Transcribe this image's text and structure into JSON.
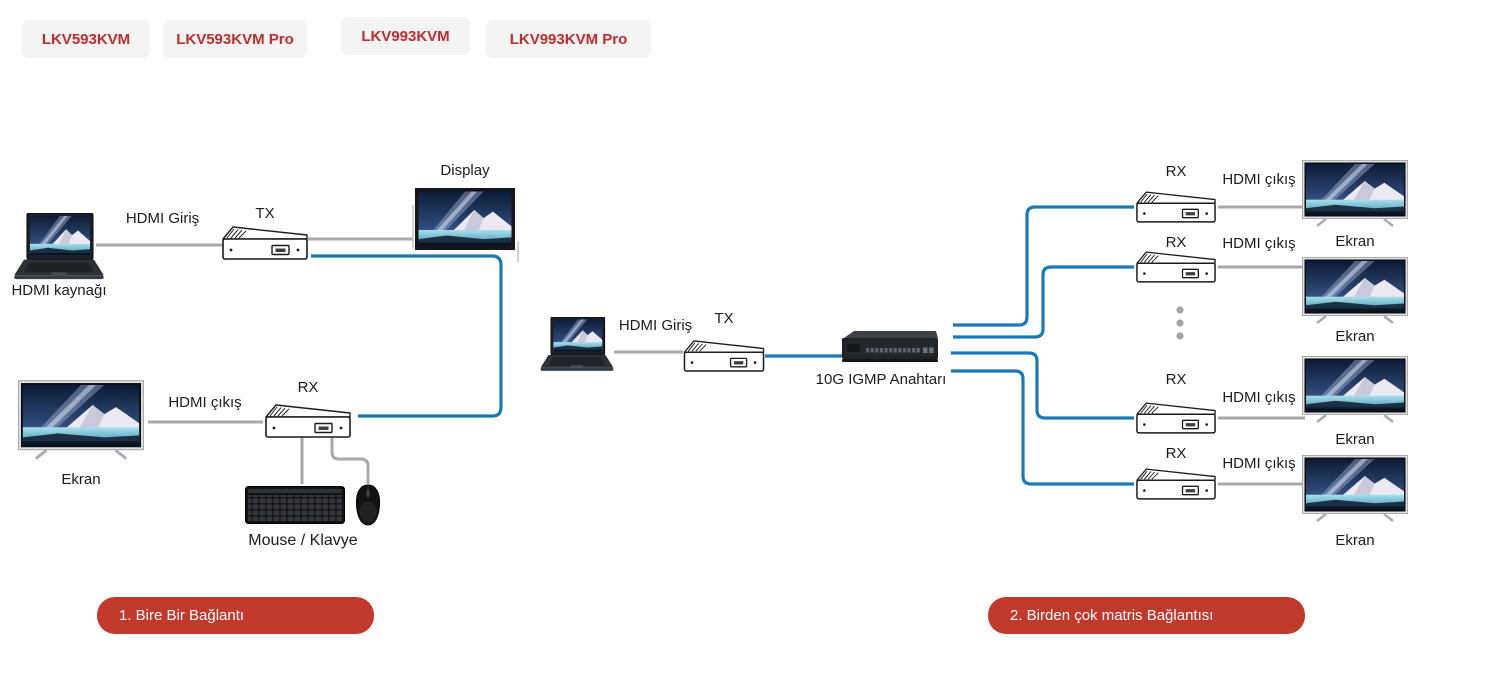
{
  "tabs": {
    "items": [
      {
        "label": "LKV593KVM"
      },
      {
        "label": "LKV593KVM Pro"
      },
      {
        "label": "LKV993KVM"
      },
      {
        "label": "LKV993KVM Pro"
      }
    ]
  },
  "colors": {
    "tab_label_red": "#c02b2b",
    "tab_background": "#f4f4f4",
    "banner_red": "#c0392b",
    "cable_blue": "#1c79b8",
    "cable_gray": "#a9a9a9"
  },
  "section1": {
    "hdmi_source_label": "HDMI kaynağı",
    "hdmi_in_label": "HDMI Giriş",
    "tx_label": "TX",
    "display_label": "Display",
    "hdmi_out_label": "HDMI çıkış",
    "rx_label": "RX",
    "screen_label": "Ekran",
    "peripherals_label": "Mouse / Klavye",
    "banner_label": "1. Bire Bir Bağlantı"
  },
  "section2": {
    "hdmi_in_label": "HDMI Giriş",
    "tx_label": "TX",
    "switch_label": "10G IGMP Anahtarı",
    "banner_label": "2. Birden çok matris Bağlantısı",
    "rows": [
      {
        "rx_label": "RX",
        "hdmi_out_label": "HDMI çıkış",
        "screen_label": "Ekran"
      },
      {
        "rx_label": "RX",
        "hdmi_out_label": "HDMI çıkış",
        "screen_label": "Ekran"
      },
      {
        "rx_label": "RX",
        "hdmi_out_label": "HDMI çıkış",
        "screen_label": "Ekran"
      },
      {
        "rx_label": "RX",
        "hdmi_out_label": "HDMI çıkış",
        "screen_label": "Ekran"
      }
    ]
  }
}
